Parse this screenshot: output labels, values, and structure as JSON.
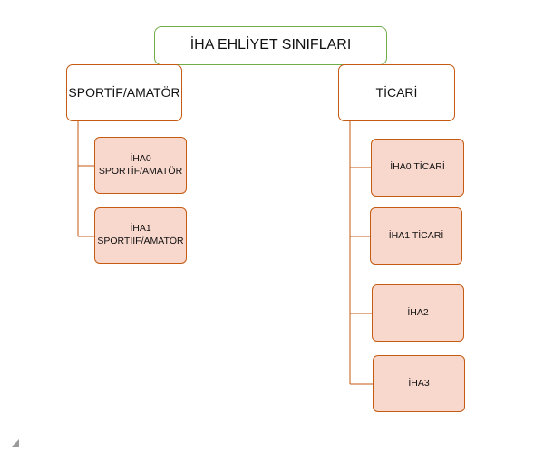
{
  "diagram": {
    "title": "İHA EHLİYET SINIFLARI",
    "branches": [
      {
        "label": "SPORTİF/AMATÖR",
        "children": [
          {
            "line1": "İHA0",
            "line2": "SPORTİF/AMATÖR"
          },
          {
            "line1": "İHA1",
            "line2": "SPORTİİF/AMATÖR"
          }
        ]
      },
      {
        "label": "TİCARİ",
        "children": [
          {
            "line1": "İHA0 TİCARİ"
          },
          {
            "line1": "İHA1 TİCARİ"
          },
          {
            "line1": "İHA2"
          },
          {
            "line1": "İHA3"
          }
        ]
      }
    ]
  },
  "colors": {
    "root_border": "#70ad47",
    "node_border": "#c55a11",
    "leaf_fill": "#f8d7cc",
    "connector": "#c55a11"
  }
}
